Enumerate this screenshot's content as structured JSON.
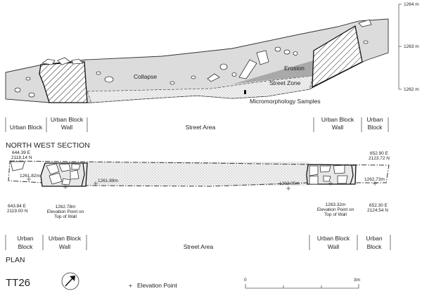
{
  "section": {
    "title": "NORTH WEST SECTION",
    "scale_labels": [
      "1264 m",
      "1263 m",
      "1262 m"
    ],
    "layer_labels": {
      "collapse": "Collapse",
      "erosion": "Erosion",
      "street_zone": "Street Zone",
      "samples": "Micromorphology Samples"
    },
    "zones": [
      {
        "lines": [
          "Urban Block"
        ]
      },
      {
        "lines": [
          "Urban Block",
          "Wall"
        ]
      },
      {
        "lines": [
          "Street Area"
        ]
      },
      {
        "lines": [
          "Urban Block",
          "Wall"
        ]
      },
      {
        "lines": [
          "Urban",
          "Block"
        ]
      }
    ]
  },
  "plan": {
    "title": "PLAN",
    "coords": {
      "nw": [
        "644.39 E",
        "2118.14 N"
      ],
      "sw": [
        "643.84 E",
        "2119.00 N"
      ],
      "ne": [
        "652.90 E",
        "2123.72 N"
      ],
      "se": [
        "652.30 E",
        "2124.54 N"
      ]
    },
    "elevations": {
      "e1": "1261.82m",
      "e2": "1261.89m",
      "e3": "1262.05m",
      "e4": "1262.73m",
      "wall_left": [
        "1262.78m",
        "Elevation Point on",
        "Top of Wall"
      ],
      "wall_right": [
        "1263.32m",
        "Elevation Point on",
        "Top of Wall"
      ]
    },
    "zones": [
      {
        "lines": [
          "Urban",
          "Block"
        ]
      },
      {
        "lines": [
          "Urban Block",
          "Wall"
        ]
      },
      {
        "lines": [
          "Street Area"
        ]
      },
      {
        "lines": [
          "Urban Block",
          "Wall"
        ]
      },
      {
        "lines": [
          "Urban",
          "Block"
        ]
      }
    ]
  },
  "footer": {
    "site_code": "TT26",
    "legend_symbol": "+",
    "legend_label": "Elevation Point",
    "scale_start": "0",
    "scale_end": "3m"
  }
}
